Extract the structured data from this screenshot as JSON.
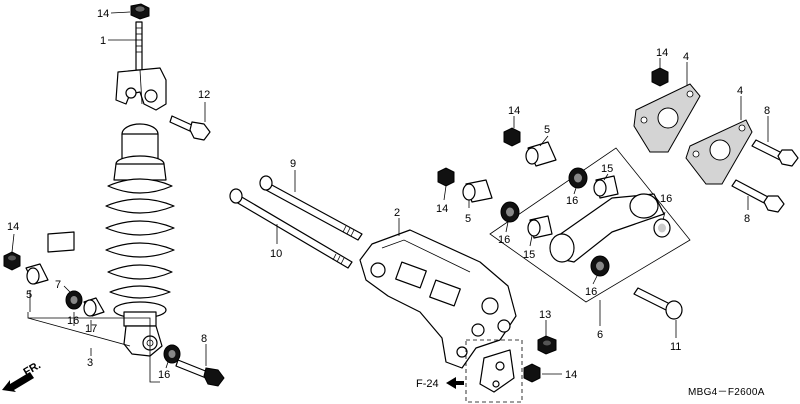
{
  "callouts": {
    "c14a": "14",
    "c1": "1",
    "c12": "12",
    "c14b": "14",
    "c5a": "5",
    "c7": "7",
    "c16a": "16",
    "c17": "17",
    "c3": "3",
    "c16b": "16",
    "c8a": "8",
    "c9": "9",
    "c10": "10",
    "c2": "2",
    "c14c": "14",
    "c5b": "5",
    "c14d": "14",
    "c5c": "5",
    "c15a": "15",
    "c16c": "16",
    "c16d": "16",
    "c15b": "15",
    "c16e": "16",
    "c16f": "16",
    "c6": "6",
    "c13": "13",
    "c14e": "14",
    "c11": "11",
    "c14f": "14",
    "c4a": "4",
    "c4b": "4",
    "c8b": "8",
    "c8c": "8"
  },
  "refs": {
    "f24": "F-24",
    "fr": "FR."
  },
  "diagram_code": "MBG4－F2600A"
}
